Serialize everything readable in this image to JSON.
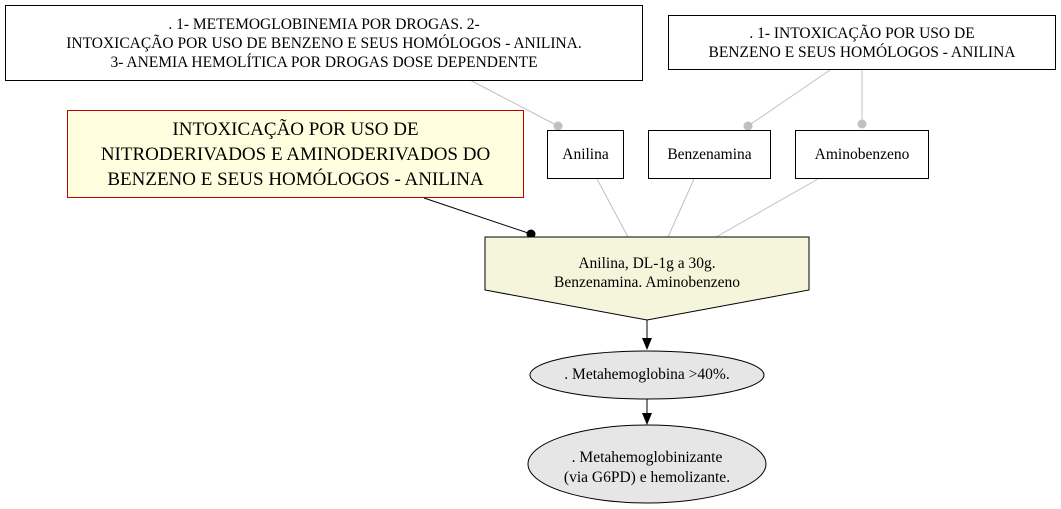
{
  "notes": {
    "left": {
      "lines": [
        ". 1- METEMOGLOBINEMIA POR DROGAS. 2-",
        "INTOXICAÇÃO POR USO DE BENZENO E SEUS HOMÓLOGOS - ANILINA.",
        "3- ANEMIA HEMOLÍTICA POR DROGAS DOSE DEPENDENTE"
      ]
    },
    "right": {
      "lines": [
        ". 1- INTOXICAÇÃO POR USO DE",
        "BENZENO E SEUS HOMÓLOGOS - ANILINA"
      ]
    }
  },
  "main_title": {
    "lines": [
      "INTOXICAÇÃO POR USO DE",
      "NITRODERIVADOS E AMINODERIVADOS DO",
      "BENZENO E SEUS HOMÓLOGOS - ANILINA"
    ],
    "fill": "#ffffe0",
    "border": "#c00000"
  },
  "synonyms": [
    "Anilina",
    "Benzenamina",
    "Aminobenzeno"
  ],
  "center_node": {
    "lines": [
      "Anilina, DL-1g a 30g.",
      "Benzenamina. Aminobenzeno"
    ],
    "fill": "#f5f5dc"
  },
  "effects": [
    {
      "lines": [
        ". Metahemoglobina >40%."
      ]
    },
    {
      "lines": [
        ". Metahemoglobinizante",
        "(via G6PD) e hemolizante."
      ]
    }
  ],
  "colors": {
    "edge_gray": "#c0c0c0",
    "ellipse_fill": "#e6e6e6"
  }
}
